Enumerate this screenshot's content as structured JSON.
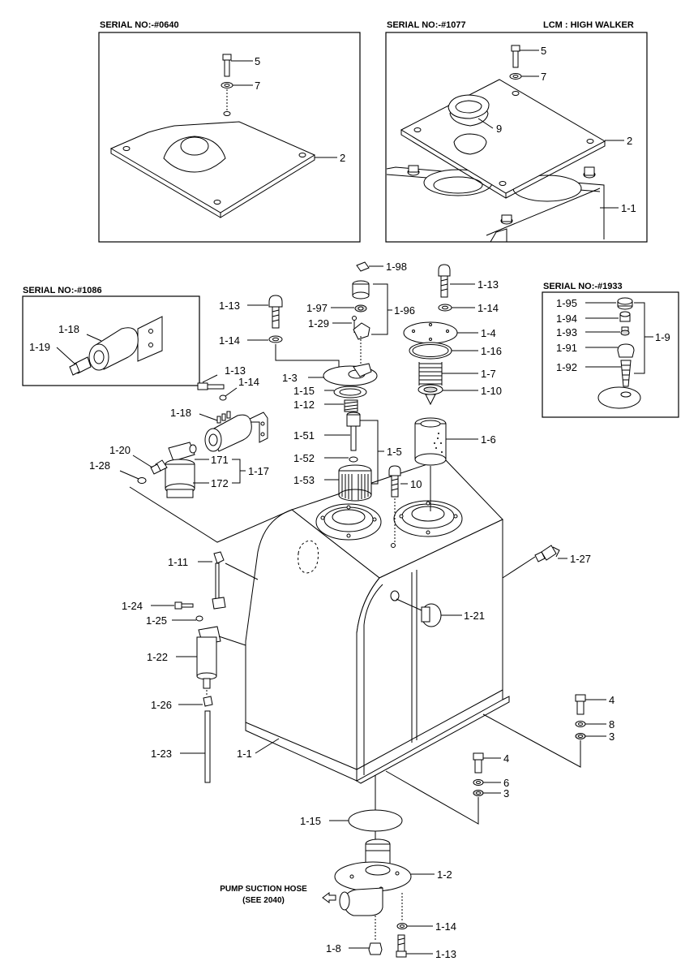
{
  "headers": {
    "serial_0640": "SERIAL NO:-#0640",
    "serial_1077": "SERIAL NO:-#1077",
    "lcm": "LCM : HIGH WALKER",
    "serial_1086": "SERIAL NO:-#1086",
    "serial_1933": "SERIAL NO:-#1933"
  },
  "notes": {
    "pump_line1": "PUMP SUCTION HOSE",
    "pump_line2": "(SEE 2040)"
  },
  "callouts": {
    "b1_5": "5",
    "b1_7": "7",
    "b1_2": "2",
    "b2_5": "5",
    "b2_7": "7",
    "b2_9": "9",
    "b2_2": "2",
    "b2_1_1": "1-1",
    "b3_1_18": "1-18",
    "b3_1_19": "1-19",
    "b4_1_95": "1-95",
    "b4_1_94": "1-94",
    "b4_1_93": "1-93",
    "b4_1_91": "1-91",
    "b4_1_92": "1-92",
    "b4_1_9": "1-9",
    "m_1_98": "1-98",
    "m_1_13a": "1-13",
    "m_1_13b": "1-13",
    "m_1_97": "1-97",
    "m_1_96": "1-96",
    "m_1_29": "1-29",
    "m_1_14a": "1-14",
    "m_1_14b": "1-14",
    "m_1_4": "1-4",
    "m_1_16": "1-16",
    "m_1_3": "1-3",
    "m_1_7": "1-7",
    "m_1_13c": "1-13",
    "m_1_14c": "1-14",
    "m_1_15a": "1-15",
    "m_1_10": "1-10",
    "m_1_12": "1-12",
    "m_1_18": "1-18",
    "m_1_51": "1-51",
    "m_1_6": "1-6",
    "m_1_5": "1-5",
    "m_1_20": "1-20",
    "m_1_52": "1-52",
    "m_171": "171",
    "m_1_17": "1-17",
    "m_1_28": "1-28",
    "m_172": "172",
    "m_1_53": "1-53",
    "m_10": "10",
    "m_1_11": "1-11",
    "m_1_27": "1-27",
    "m_1_24": "1-24",
    "m_1_25": "1-25",
    "m_1_21": "1-21",
    "m_1_22": "1-22",
    "m_1_26": "1-26",
    "m_4a": "4",
    "m_8": "8",
    "m_3a": "3",
    "m_1_23": "1-23",
    "m_1_1": "1-1",
    "m_4b": "4",
    "m_6": "6",
    "m_3b": "3",
    "m_1_15b": "1-15",
    "m_1_2": "1-2",
    "m_1_14d": "1-14",
    "m_1_8": "1-8",
    "m_1_13d": "1-13"
  }
}
